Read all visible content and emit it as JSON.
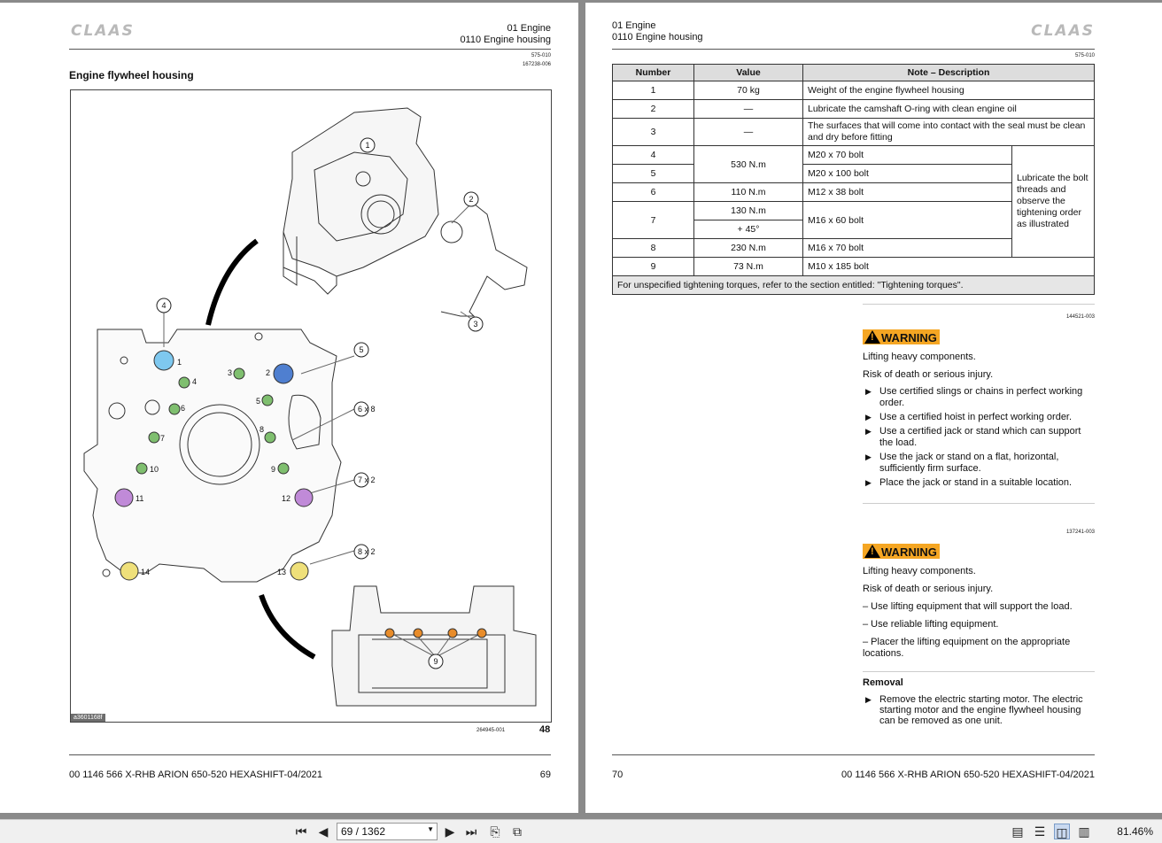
{
  "left_page": {
    "logo": "CLAAS",
    "chapter": "01 Engine",
    "section": "0110 Engine housing",
    "ref1": "575-010",
    "ref2": "167238-006",
    "title": "Engine flywheel housing",
    "figure_id": "a3601168f",
    "figure_ref": "264945-001",
    "figure_number": "48",
    "callouts": [
      "1",
      "2",
      "3",
      "4",
      "5",
      "6 x 8",
      "7 x 2",
      "8 x 2",
      "9"
    ],
    "bolt_labels": [
      "1",
      "2",
      "3",
      "4",
      "5",
      "6",
      "7",
      "8",
      "9",
      "10",
      "11",
      "12",
      "13",
      "14"
    ],
    "footer_doc": "00 1146 566 X-RHB ARION 650-520 HEXASHIFT-04/2021",
    "footer_page": "69"
  },
  "right_page": {
    "logo": "CLAAS",
    "chapter": "01 Engine",
    "section": "0110 Engine housing",
    "ref": "575-010",
    "table": {
      "headers": [
        "Number",
        "Value",
        "Note – Description"
      ],
      "rows": [
        {
          "num": "1",
          "value": "70 kg",
          "note": "Weight of the engine flywheel housing"
        },
        {
          "num": "2",
          "value": "—",
          "note": "Lubricate the camshaft O-ring with clean engine oil"
        },
        {
          "num": "3",
          "value": "—",
          "note": "The surfaces that will come into contact with the seal must be clean and dry before fitting"
        },
        {
          "num": "4",
          "value": "530 N.m",
          "note": "M20 x 70 bolt"
        },
        {
          "num": "5",
          "value": "",
          "note": "M20 x 100 bolt"
        },
        {
          "num": "6",
          "value": "110 N.m",
          "note": "M12 x 38 bolt"
        },
        {
          "num": "7",
          "value": "130 N.m",
          "value2": "+ 45°",
          "note": "M16 x 60 bolt"
        },
        {
          "num": "8",
          "value": "230 N.m",
          "note": "M16 x 70 bolt"
        },
        {
          "num": "9",
          "value": "73 N.m",
          "note": "M10 x 185 bolt"
        }
      ],
      "side_note": "Lubricate the bolt threads and observe the tightening order as illustrated",
      "footer": "For unspecified tightening torques, refer to the section entitled: \"Tightening torques\"."
    },
    "warning1": {
      "ref": "144521-003",
      "label": "WARNING",
      "line1": "Lifting heavy components.",
      "line2": "Risk of death or serious injury.",
      "items": [
        "Use certified slings or chains in perfect working order.",
        "Use a certified hoist in perfect working order.",
        "Use a certified jack or stand which can support the load.",
        "Use the jack or stand on a flat, horizontal, sufficiently firm surface.",
        "Place the jack or stand in a suitable location."
      ]
    },
    "warning2": {
      "ref": "137241-003",
      "label": "WARNING",
      "line1": "Lifting heavy components.",
      "line2": "Risk of death or serious injury.",
      "items": [
        "– Use lifting equipment that will support the load.",
        "– Use reliable lifting equipment.",
        "– Placer the lifting equipment on the appropriate locations."
      ]
    },
    "removal": {
      "heading": "Removal",
      "items": [
        "Remove the electric starting motor. The electric starting motor and the engine flywheel housing can be removed as one unit."
      ]
    },
    "footer_page": "70",
    "footer_doc": "00 1146 566 X-RHB ARION 650-520 HEXASHIFT-04/2021"
  },
  "toolbar": {
    "page_value": "69 / 1362",
    "zoom": "81.46%",
    "icons": [
      "first-page-icon",
      "prev-page-icon",
      "next-page-icon",
      "last-page-icon",
      "back-view-icon",
      "forward-view-icon",
      "single-page-icon",
      "continuous-icon",
      "facing-icon",
      "continuous-facing-icon"
    ]
  },
  "colors": {
    "warning": "#f5a623",
    "bolt_blue_light": "#7ec8ef",
    "bolt_blue": "#4f7fd0",
    "bolt_green": "#7fbf6f",
    "bolt_purple": "#c08ad8",
    "bolt_yellow": "#efe07a",
    "bolt_orange": "#e88c2a"
  }
}
